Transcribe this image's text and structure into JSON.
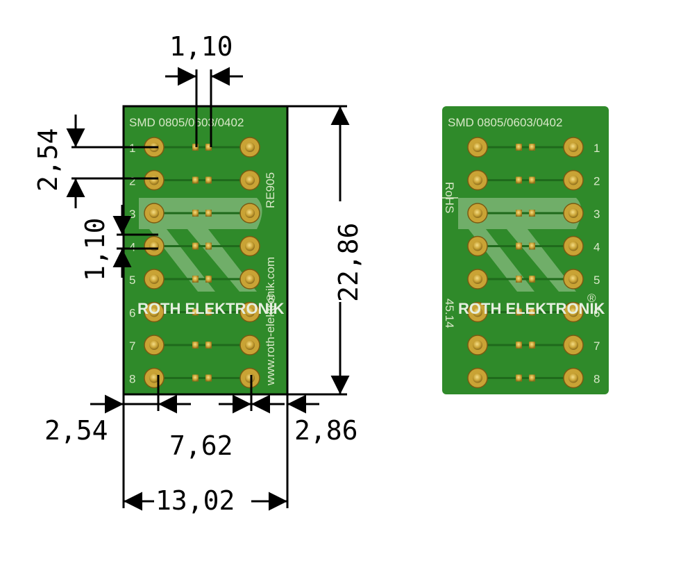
{
  "left_board": {
    "header_text": "SMD 0805/0603/0402",
    "side_text_top": "RE905",
    "side_text_bottom": "www.roth-elektronik.com",
    "brand_text": "ROTH  ELEKTRONIK",
    "registered": "®",
    "pin_numbers": [
      "1",
      "2",
      "3",
      "4",
      "5",
      "6",
      "7",
      "8"
    ]
  },
  "right_board": {
    "header_text": "SMD 0805/0603/0402",
    "rohs_text": "RoHS",
    "brand_text": "ROTH  ELEKTRONIK",
    "registered": "®",
    "date_text": "45.14",
    "pin_numbers": [
      "1",
      "2",
      "3",
      "4",
      "5",
      "6",
      "7",
      "8"
    ]
  },
  "dimensions": {
    "pad_gap": "1,10",
    "pitch": "2,54",
    "pad_height": "1,10",
    "board_height": "22,86",
    "left_margin": "2,54",
    "row_spacing": "7,62",
    "right_margin": "2,86",
    "board_width": "13,02"
  },
  "colors": {
    "pcb_green": "#2f8a2a",
    "pcb_dark": "#1f6a1c",
    "pad_gold": "#c9a335",
    "dimension_line": "#000000"
  }
}
